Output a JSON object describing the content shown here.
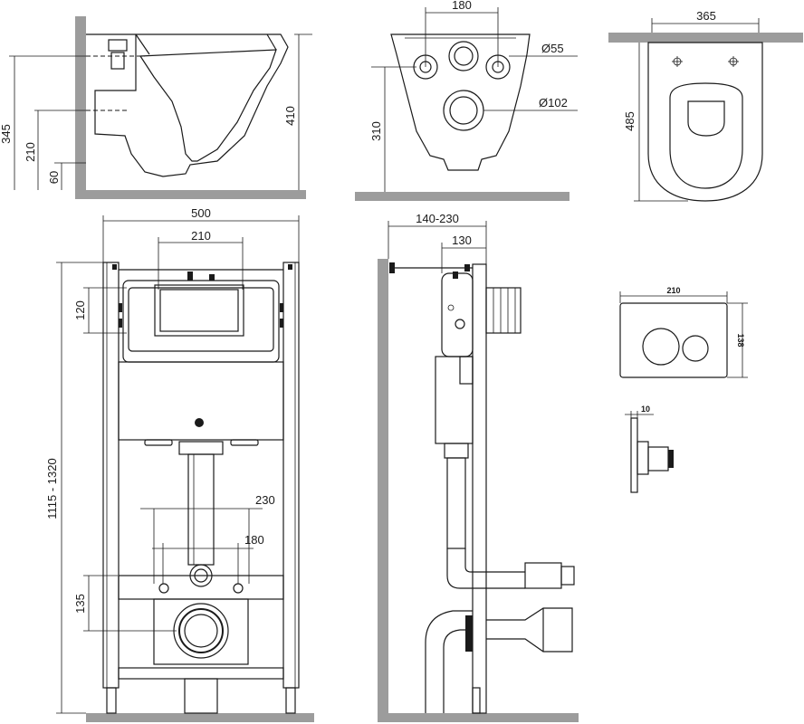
{
  "dimensions": {
    "top_side_view": {
      "h345": "345",
      "h210": "210",
      "h60": "60",
      "h410": "410"
    },
    "top_front_view": {
      "w180": "180",
      "d55": "Ø55",
      "d102": "Ø102",
      "h310": "310"
    },
    "top_plan_view": {
      "w365": "365",
      "h485": "485"
    },
    "frame_front": {
      "w500": "500",
      "w210": "210",
      "h120": "120",
      "h1115": "1115 - 1320",
      "w230": "230",
      "w180": "180",
      "h135": "135"
    },
    "frame_side": {
      "w140": "140-230",
      "w130": "130"
    },
    "flush_plate": {
      "w210": "210",
      "h138": "138",
      "d10": "10"
    }
  },
  "colors": {
    "line": "#1a1a1a",
    "wall": "#9c9c9c",
    "background": "#ffffff"
  }
}
